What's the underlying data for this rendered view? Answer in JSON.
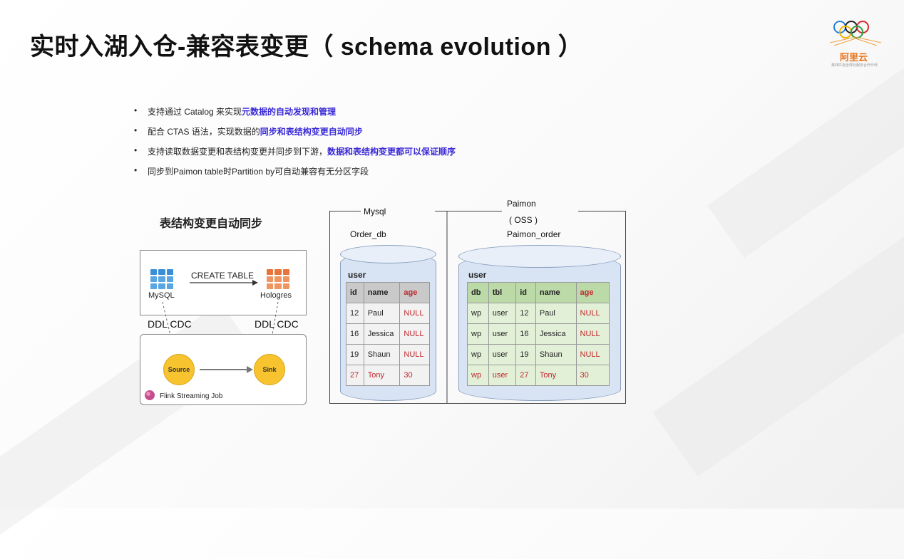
{
  "title": "实时入湖入仓-兼容表变更（ schema evolution ）",
  "logo": {
    "brand": "阿里云",
    "tagline": "奥林匹克全球云服务合作伙伴"
  },
  "bullets": [
    {
      "plain": "支持通过 Catalog 来实现",
      "highlight": "元数据的自动发现和管理"
    },
    {
      "plain": "配合 CTAS 语法，实现数据的",
      "highlight": "同步和表结构变更自动同步"
    },
    {
      "plain": "支持读取数据变更和表结构变更并同步到下游，",
      "highlight": "数据和表结构变更都可以保证顺序"
    },
    {
      "plain": "同步到Paimon table时Partition by可自动兼容有无分区字段",
      "highlight": ""
    }
  ],
  "left_diagram": {
    "title": "表结构变更自动同步",
    "mysql": "MySQL",
    "hologres": "Hologres",
    "create_table": "CREATE TABLE",
    "ddl_cdc_left": "DDL CDC",
    "ddl_cdc_right": "DDL CDC",
    "source": "Source",
    "sink": "Sink",
    "job": "Flink Streaming Job",
    "colors": {
      "mysql_icon": "#3a8fd6",
      "hologres_icon": "#e8743a",
      "node": "#f7c430"
    }
  },
  "mysql_side": {
    "label": "Mysql",
    "db": "Order_db",
    "table_name": "user",
    "headers": [
      "id",
      "name",
      "age"
    ],
    "rows": [
      [
        "12",
        "Paul",
        "NULL"
      ],
      [
        "16",
        "Jessica",
        "NULL"
      ],
      [
        "19",
        "Shaun",
        "NULL"
      ],
      [
        "27",
        "Tony",
        "30"
      ]
    ]
  },
  "paimon_side": {
    "label": "Paimon",
    "label2": "( OSS )",
    "db": "Paimon_order",
    "table_name": "user",
    "headers": [
      "db",
      "tbl",
      "id",
      "name",
      "age"
    ],
    "rows": [
      [
        "wp",
        "user",
        "12",
        "Paul",
        "NULL"
      ],
      [
        "wp",
        "user",
        "16",
        "Jessica",
        "NULL"
      ],
      [
        "wp",
        "user",
        "19",
        "Shaun",
        "NULL"
      ],
      [
        "wp",
        "user",
        "27",
        "Tony",
        "30"
      ]
    ]
  }
}
